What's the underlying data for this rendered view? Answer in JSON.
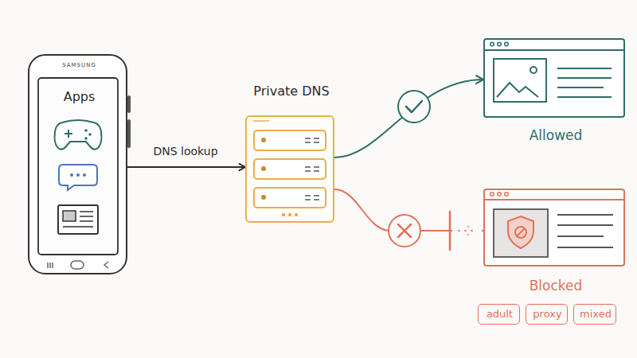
{
  "diagram": {
    "nodes": [
      {
        "text": [
          "SAMSUNG",
          "Apps"
        ]
      },
      {
        "text": [
          "Private DNS"
        ]
      },
      {
        "text": [
          "Allowed"
        ]
      },
      {
        "text": [
          "Blocked"
        ]
      },
      {
        "text": [
          "adult"
        ]
      },
      {
        "text": [
          "proxy"
        ]
      },
      {
        "text": [
          "mixed"
        ]
      }
    ],
    "edges": [
      {
        "from": 0,
        "to": 1,
        "arrow": "to",
        "label": "DNS lookup"
      },
      {
        "from": 1,
        "to": 2,
        "arrow": "to"
      },
      {
        "from": 1,
        "to": 3,
        "arrow": "none"
      }
    ]
  }
}
